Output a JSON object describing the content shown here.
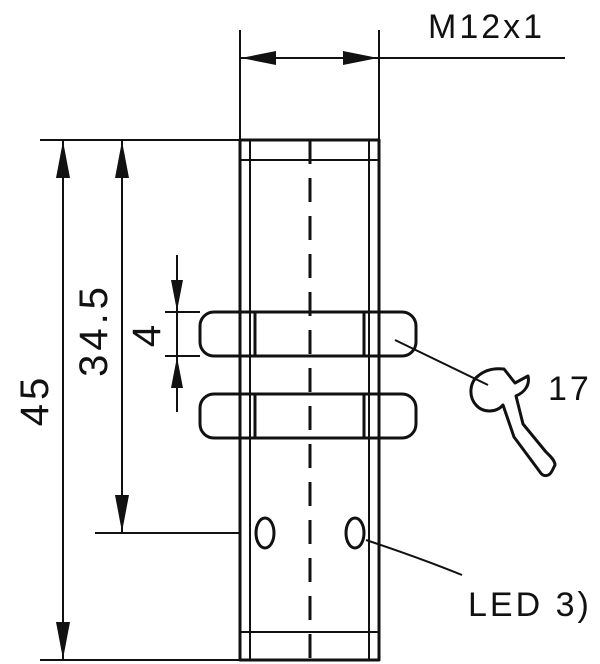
{
  "labels": {
    "thread": "M12x1",
    "total_length": "45",
    "thread_length": "34.5",
    "nut_thickness": "4",
    "wrench_size": "17",
    "led_note": "LED 3)"
  }
}
